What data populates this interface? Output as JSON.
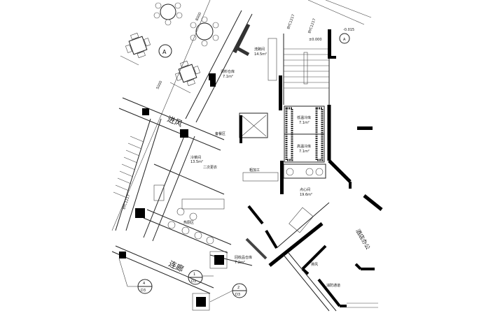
{
  "plan": {
    "grid_axis_a": "A",
    "dim_8000": "8000",
    "dim_5000": "5000",
    "fresh_air": "进风",
    "pantry": "备餐区",
    "cold_dish_room": "冷菜间",
    "cold_dish_area": "13.5m²",
    "second_changing": "二次更衣",
    "dishwashing_room": "洗碗间",
    "dishwashing_area": "14.5m²",
    "seasoning_store": "调料仓库",
    "seasoning_area": "7.1m²",
    "door_tag_1": "BYC1217",
    "door_tag_2": "BYC1217",
    "level_0": "±0.000",
    "level_outdoor": "-0.015",
    "axis_a_right": "A",
    "low_temp_cold_store": "低温冷库",
    "low_temp_area": "7.1m²",
    "high_temp_cold_store": "高温冷库",
    "high_temp_area": "7.1m²",
    "rough_processing": "粗加工",
    "pastry_room": "点心间",
    "pastry_area": "19.6m²",
    "corridor": "连廊",
    "recycle_store": "回收品仓库",
    "recycle_area": "7.2m²",
    "hotel_office": "酒店办公",
    "exhaust": "排风",
    "fire_passage": "消防通道",
    "hot_kitchen": "热厨区",
    "detail_1": {
      "num": "1",
      "sheet": "D3"
    },
    "detail_2": {
      "num": "2",
      "sheet": "D3"
    },
    "detail_4": {
      "num": "4",
      "sheet": "D3"
    },
    "door_tag_left": "BYC1217"
  }
}
